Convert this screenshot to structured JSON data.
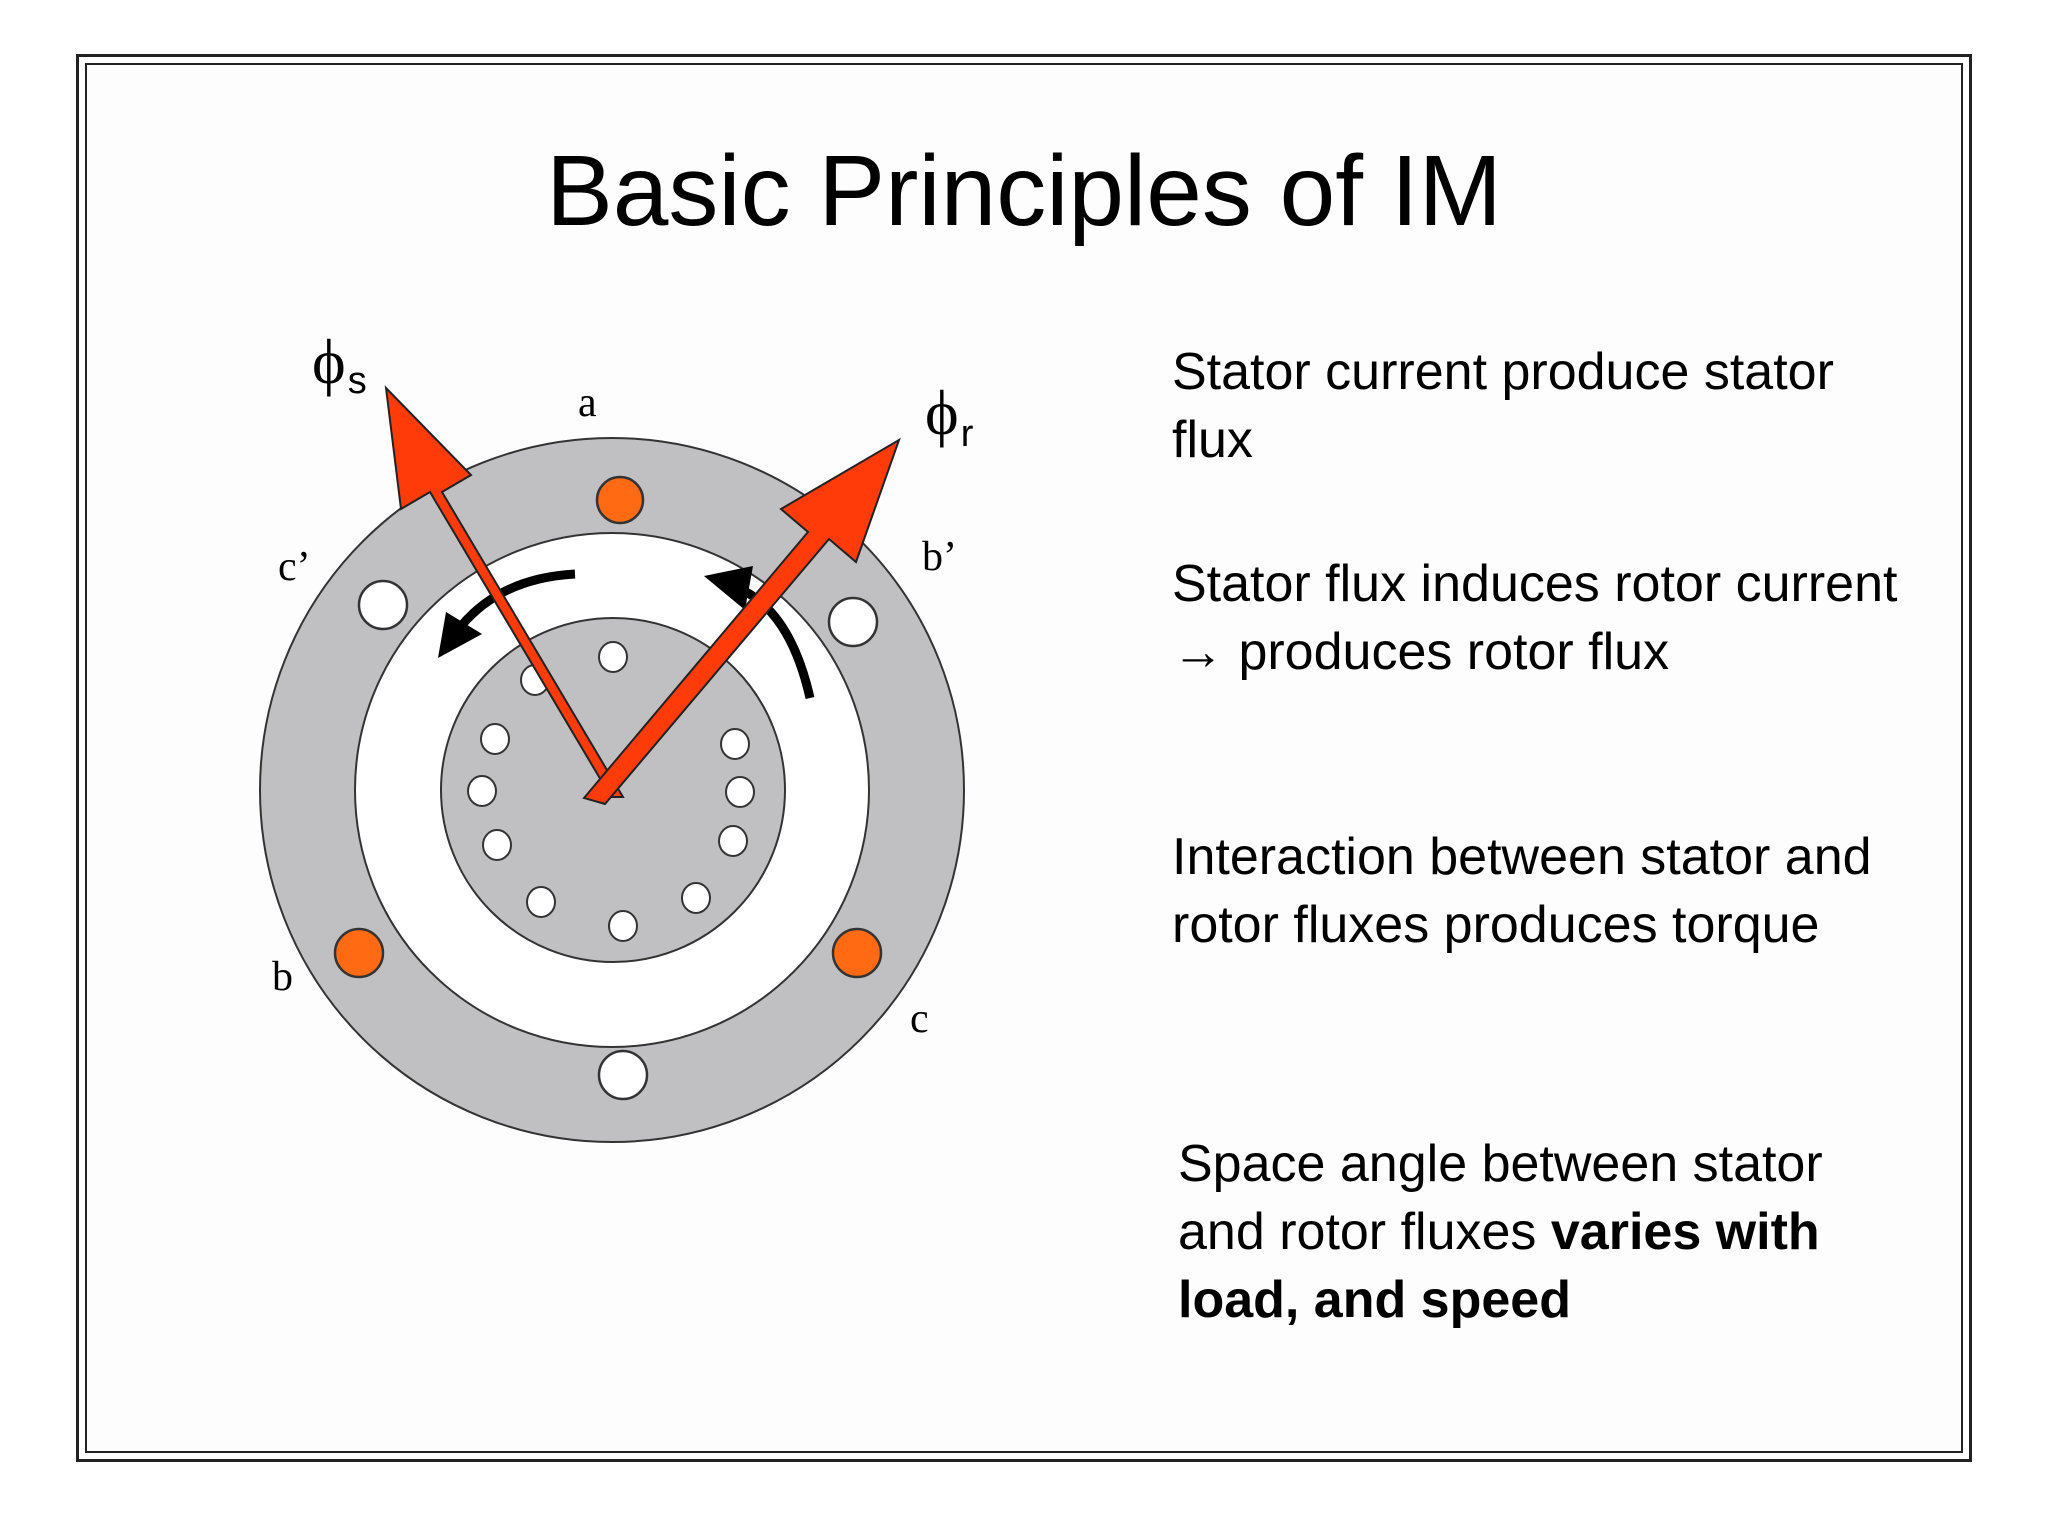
{
  "title": "Basic Principles of IM",
  "diagram": {
    "flux_stator_symbol": "ϕ",
    "flux_stator_sub": "s",
    "flux_rotor_symbol": "ϕ",
    "flux_rotor_sub": "r",
    "phase_labels": {
      "a": "a",
      "b": "b",
      "c": "c",
      "a_prime": "",
      "b_prime": "b’",
      "c_prime": "c’"
    },
    "colors": {
      "stator_ring": "#c0bfc1",
      "rotor": "#c0bfc1",
      "active_conductor": "#ff6a13",
      "flux_arrow": "#ff3b0a",
      "background": "#ffffff"
    }
  },
  "bullets": [
    {
      "text": "Stator current produce stator flux"
    },
    {
      "text_before": "Stator flux induces rotor current ",
      "arrow": "→",
      "text_after": " produces rotor flux"
    },
    {
      "text": "Interaction between stator and rotor fluxes produces torque"
    },
    {
      "text_normal": "Space angle between stator and rotor fluxes ",
      "text_bold": "varies with load, and speed"
    }
  ]
}
